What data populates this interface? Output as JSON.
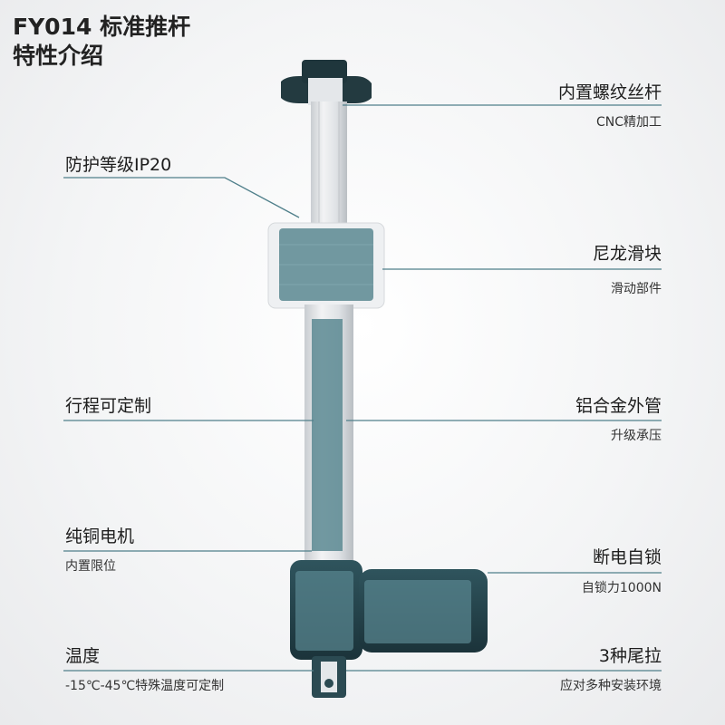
{
  "title": {
    "line1": "FY014 标准推杆",
    "line2": "特性介绍"
  },
  "callouts": {
    "screw": {
      "label": "内置螺纹丝杆",
      "sub": "CNC精加工"
    },
    "protection": {
      "label": "防护等级IP20"
    },
    "slider": {
      "label": "尼龙滑块",
      "sub": "滑动部件"
    },
    "stroke": {
      "label": "行程可定制"
    },
    "tube": {
      "label": "铝合金外管",
      "sub": "升级承压"
    },
    "motor": {
      "label": "纯铜电机",
      "sub": "内置限位"
    },
    "selflock": {
      "label": "断电自锁",
      "sub": "自锁力1000N"
    },
    "temperature": {
      "label": "温度",
      "sub": "-15℃-45℃特殊温度可定制"
    },
    "rear": {
      "label": "3种尾拉",
      "sub": "应对多种安装环境"
    }
  },
  "colors": {
    "motor": "#24424a",
    "panel": "#5a8892",
    "tube": "#e6e8ea",
    "leader": "#4f7f8a"
  }
}
